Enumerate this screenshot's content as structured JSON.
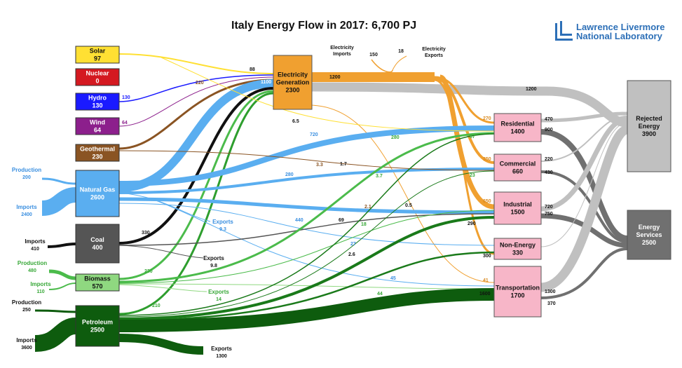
{
  "title": "Italy Energy Flow in 2017: 6,700 PJ",
  "logo": {
    "line1": "Lawrence Livermore",
    "line2": "National Laboratory"
  },
  "colors": {
    "solar": "#ffe033",
    "nuclear": "#d41920",
    "hydro": "#1a1aff",
    "wind": "#8c1f8c",
    "geothermal": "#8a5423",
    "natural_gas": "#5aaef0",
    "coal": "#555555",
    "biomass": "#8fd880",
    "petroleum": "#0e5c0e",
    "electricity": "#f0a030",
    "sector": "#f7b6c8",
    "rejected": "#c0c0c0",
    "services": "#707070"
  },
  "sources": [
    {
      "key": "solar",
      "name": "Solar",
      "value": "97"
    },
    {
      "key": "nuclear",
      "name": "Nuclear",
      "value": "0"
    },
    {
      "key": "hydro",
      "name": "Hydro",
      "value": "130"
    },
    {
      "key": "wind",
      "name": "Wind",
      "value": "64"
    },
    {
      "key": "geothermal",
      "name": "Geothermal",
      "value": "230"
    },
    {
      "key": "natural_gas",
      "name": "Natural Gas",
      "value": "2600"
    },
    {
      "key": "coal",
      "name": "Coal",
      "value": "400"
    },
    {
      "key": "biomass",
      "name": "Biomass",
      "value": "570"
    },
    {
      "key": "petroleum",
      "name": "Petroleum",
      "value": "2500"
    }
  ],
  "electricity_node": {
    "name1": "Electricity",
    "name2": "Generation",
    "value": "2300"
  },
  "sectors": [
    {
      "key": "residential",
      "name": "Residential",
      "value": "1400"
    },
    {
      "key": "commercial",
      "name": "Commercial",
      "value": "660"
    },
    {
      "key": "industrial",
      "name": "Industrial",
      "value": "1500"
    },
    {
      "key": "non_energy",
      "name": "Non-Energy",
      "value": "330"
    },
    {
      "key": "transportation",
      "name": "Transportation",
      "value": "1700"
    }
  ],
  "outputs": [
    {
      "key": "rejected",
      "name1": "Rejected",
      "name2": "Energy",
      "value": "3900"
    },
    {
      "key": "services",
      "name1": "Energy",
      "name2": "Services",
      "value": "2500"
    }
  ],
  "side_labels": {
    "gas_prod": {
      "label": "Production",
      "value": "200"
    },
    "gas_imp": {
      "label": "Imports",
      "value": "2400"
    },
    "coal_imp": {
      "label": "Imports",
      "value": "410"
    },
    "bio_prod": {
      "label": "Production",
      "value": "480"
    },
    "bio_imp": {
      "label": "Imports",
      "value": "110"
    },
    "pet_prod": {
      "label": "Production",
      "value": "250"
    },
    "pet_imp": {
      "label": "Imports",
      "value": "3600"
    },
    "gas_exp": {
      "label": "Exports",
      "value": "9.3"
    },
    "coal_exp": {
      "label": "Exports",
      "value": "9.8"
    },
    "bio_exp": {
      "label": "Exports",
      "value": "14"
    },
    "pet_exp": {
      "label": "Exports",
      "value": "1300"
    },
    "elec_imp": {
      "label1": "Electricity",
      "label2": "Imports",
      "value": "150"
    },
    "elec_exp": {
      "label1": "Electricity",
      "label2": "Exports",
      "value": "18"
    }
  },
  "flow_values": {
    "solar_elec": "88",
    "hydro_elec": "130",
    "wind_elec": "64",
    "geo_elec": "220",
    "gas_elec": "1100",
    "coal_elec": "330",
    "bio_elec": "230",
    "pet_elec": "210",
    "elec_out": "1200",
    "elec_rej": "1200",
    "solar_res": "6.5",
    "gas_res": "720",
    "gas_com": "280",
    "gas_ind": "440",
    "gas_ne": "27",
    "geo_com": "3.3",
    "geo_ind": "2.1",
    "solar_com": "1.7",
    "bio_res": "280",
    "bio_com": "3.7",
    "bio_ind": "18",
    "bio_tr": "44",
    "pet_res": "87",
    "pet_com": "23",
    "pet_ind": "290",
    "pet_tr": "1600",
    "coal_ind": "69",
    "coal_ne": "2.6",
    "pet_ne": "0.5",
    "gas_tr": "45",
    "elec_res": "270",
    "elec_com": "350",
    "elec_ind": "650",
    "elec_ne": "300",
    "elec_tr": "41",
    "res_rej": "470",
    "res_srv": "900",
    "com_rej": "220",
    "com_srv": "430",
    "ind_rej": "720",
    "ind_srv": "750",
    "tr_rej": "1300",
    "tr_srv": "370"
  }
}
